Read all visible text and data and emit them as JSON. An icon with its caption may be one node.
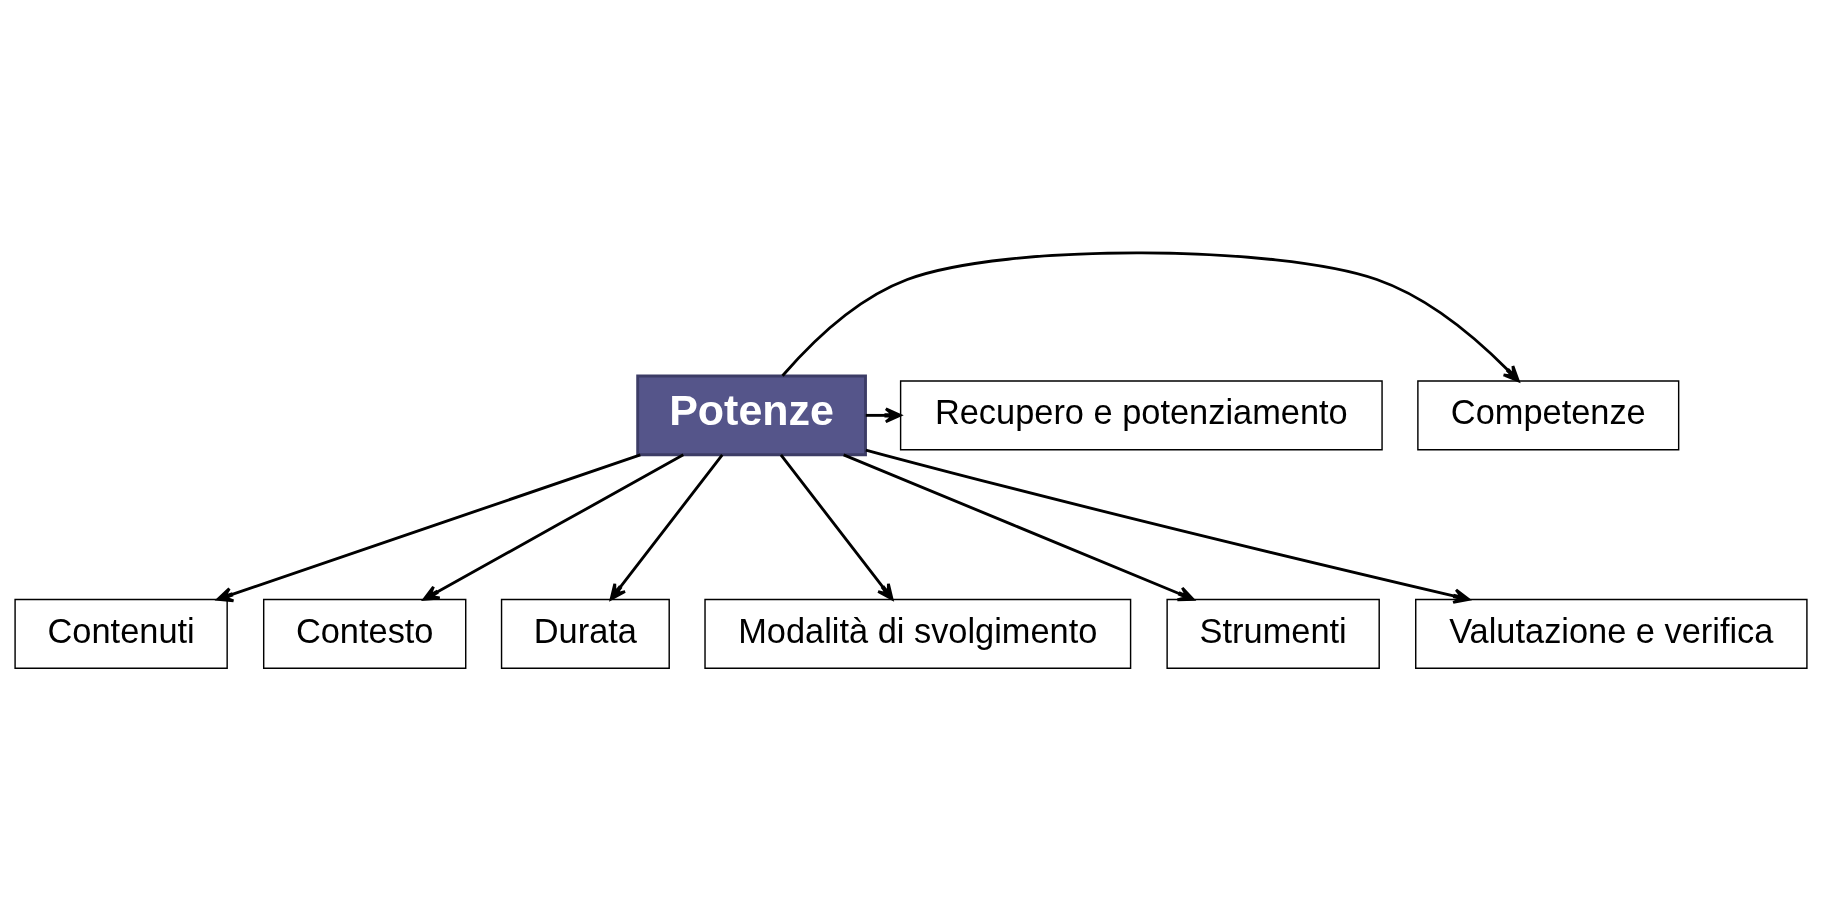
{
  "diagram": {
    "nodes": [
      {
        "text": [
          "Potenze"
        ]
      },
      {
        "text": [
          "Competenze"
        ]
      },
      {
        "text": [
          "Contenuti"
        ]
      },
      {
        "text": [
          "Contesto"
        ]
      },
      {
        "text": [
          "Durata"
        ]
      },
      {
        "text": [
          "Modalità di svolgimento"
        ]
      },
      {
        "text": [
          "Strumenti"
        ]
      },
      {
        "text": [
          "Valutazione e verifica"
        ]
      },
      {
        "text": [
          "Recupero e potenziamento"
        ]
      }
    ],
    "edges": [
      {
        "from": 0,
        "to": 1,
        "arrow": "to"
      },
      {
        "from": 0,
        "to": 2,
        "arrow": "to"
      },
      {
        "from": 0,
        "to": 3,
        "arrow": "to"
      },
      {
        "from": 0,
        "to": 4,
        "arrow": "to"
      },
      {
        "from": 0,
        "to": 5,
        "arrow": "to"
      },
      {
        "from": 0,
        "to": 6,
        "arrow": "to"
      },
      {
        "from": 0,
        "to": 7,
        "arrow": "to"
      },
      {
        "from": 0,
        "to": 8,
        "arrow": "to"
      }
    ]
  }
}
